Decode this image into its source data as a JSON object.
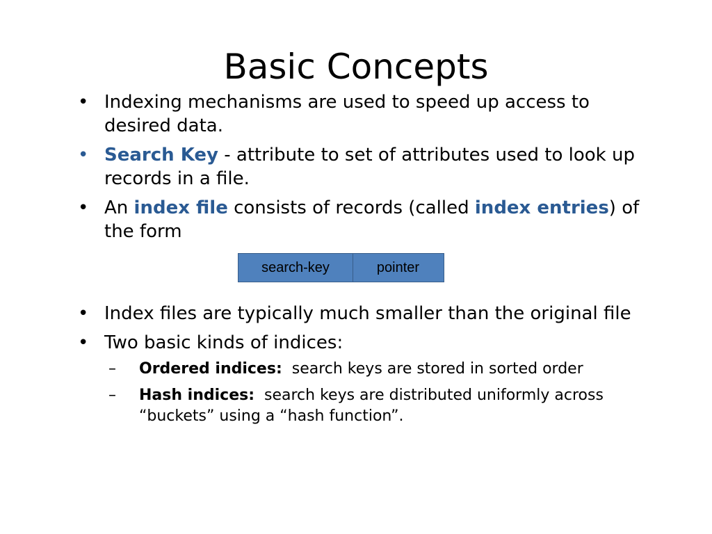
{
  "slide": {
    "title": "Basic Concepts",
    "bullets": {
      "b1": "Indexing mechanisms are used to speed up access to desired data.",
      "b2_term": "Search Key",
      "b2_rest": " - attribute to set of attributes used to look up records in a file.",
      "b3_pre": "An ",
      "b3_term1": "index file",
      "b3_mid": " consists of records (called ",
      "b3_term2": "index entries",
      "b3_post": ") of the form",
      "b4": "Index files are typically much smaller than the original file",
      "b5": "Two basic kinds of indices:"
    },
    "sub": {
      "s1_term": "Ordered indices:",
      "s1_rest": "  search keys are stored in sorted order",
      "s2_term": "Hash indices:",
      "s2_rest": "  search keys are distributed uniformly across “buckets” using a “hash function”."
    },
    "diagram": {
      "field1": "search-key",
      "field2": "pointer"
    },
    "symbols": {
      "bullet": "•",
      "dash": "–"
    },
    "colors": {
      "accent": "#2a5a93",
      "box_fill": "#4f81bd",
      "box_border": "#385d8a"
    }
  }
}
